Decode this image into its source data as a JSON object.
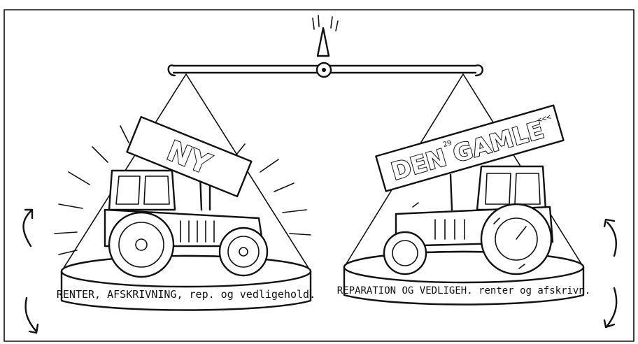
{
  "left_pan": {
    "sign": "NY",
    "label": "RENTER, AFSKRIVNING, rep. og vedligehold."
  },
  "right_pan": {
    "sign": "DEN GAMLE",
    "sign_sub_left": "29",
    "sign_sub_right": "<<<",
    "label": "REPARATION OG VEDLIGEH. renter og afskrivn."
  },
  "colors": {
    "ink": "#111111",
    "paper": "#ffffff"
  }
}
